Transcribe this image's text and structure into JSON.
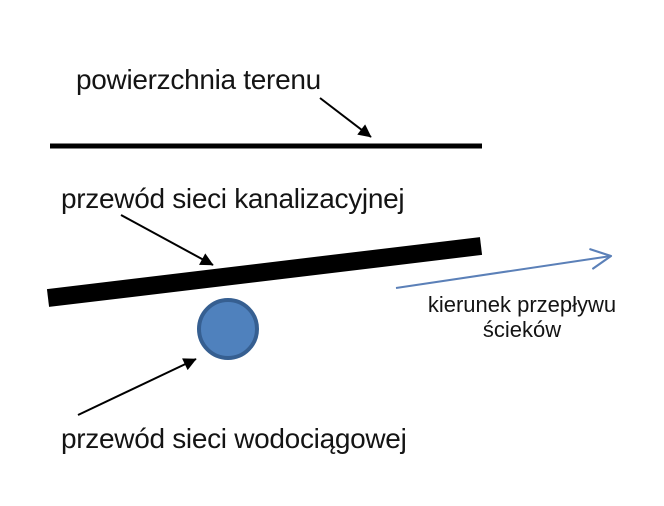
{
  "diagram": {
    "labels": {
      "surface": "powierzchnia terenu",
      "sewer_pipe": "przewód sieci kanalizacyjnej",
      "flow_direction_line1": "kierunek przepływu",
      "flow_direction_line2": "ścieków",
      "water_pipe": "przewód sieci wodociągowej"
    },
    "colors": {
      "ink": "#000000",
      "water_pipe_fill": "#4F81BD",
      "water_pipe_border": "#365F91",
      "flow_arrow": "#5B80B8",
      "background": "#FFFFFF"
    }
  }
}
